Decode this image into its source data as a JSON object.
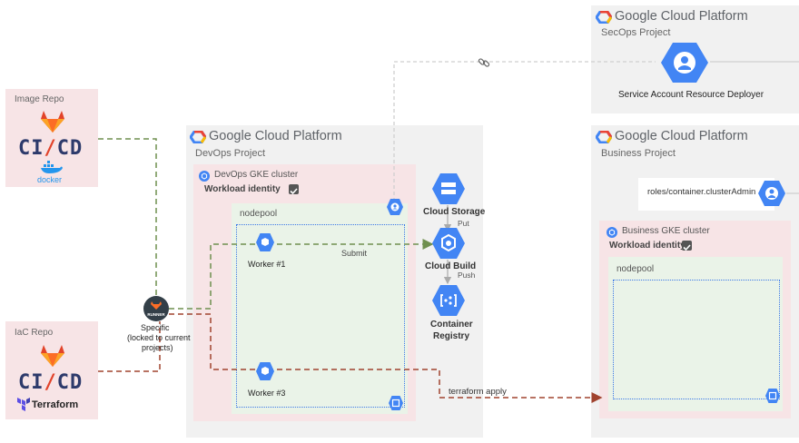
{
  "secops": {
    "gcp_title": "Google Cloud Platform",
    "project": "SecOps Project",
    "service_label": "Service Account Resource Deployer"
  },
  "devops": {
    "gcp_title": "Google Cloud Platform",
    "project": "DevOps Project",
    "cluster": "DevOps GKE cluster",
    "workload_identity": "Workload identity",
    "nodepool": "nodepool",
    "worker1": "Worker #1",
    "worker3": "Worker #3",
    "submit": "Submit"
  },
  "business": {
    "gcp_title": "Google Cloud Platform",
    "project": "Business Project",
    "role": "roles/container.clusterAdmin",
    "cluster": "Business GKE cluster",
    "workload_identity": "Workload identity",
    "nodepool": "nodepool"
  },
  "services": {
    "storage": "Cloud Storage",
    "put": "Put",
    "build": "Cloud Build",
    "push": "Push",
    "registry_line1": "Container",
    "registry_line2": "Registry"
  },
  "image_repo": {
    "title": "Image Repo",
    "ci_left": "CI",
    "ci_right": "CD",
    "docker": "docker"
  },
  "iac_repo": {
    "title": "IaC Repo",
    "ci_left": "CI",
    "ci_right": "CD",
    "terraform": "Terraform"
  },
  "runner": {
    "badge": "RUNNER",
    "line1": "Specific",
    "line2": "(locked to current",
    "line3": "projects)"
  },
  "edges": {
    "terraform_apply": "terraform apply"
  },
  "colors": {
    "gcp_blue": "#4285f4",
    "pink": "#f7e4e6",
    "green": "#eaf3e8",
    "panel": "#f1f1f1",
    "olive_line": "#6f8f4f",
    "red_line": "#a0432f"
  },
  "icons": [
    "gitlab-icon",
    "docker-icon",
    "terraform-icon",
    "runner-icon",
    "service-account-icon",
    "cloud-storage-icon",
    "cloud-build-icon",
    "container-registry-icon",
    "pod-icon",
    "gke-icon",
    "link-icon"
  ]
}
